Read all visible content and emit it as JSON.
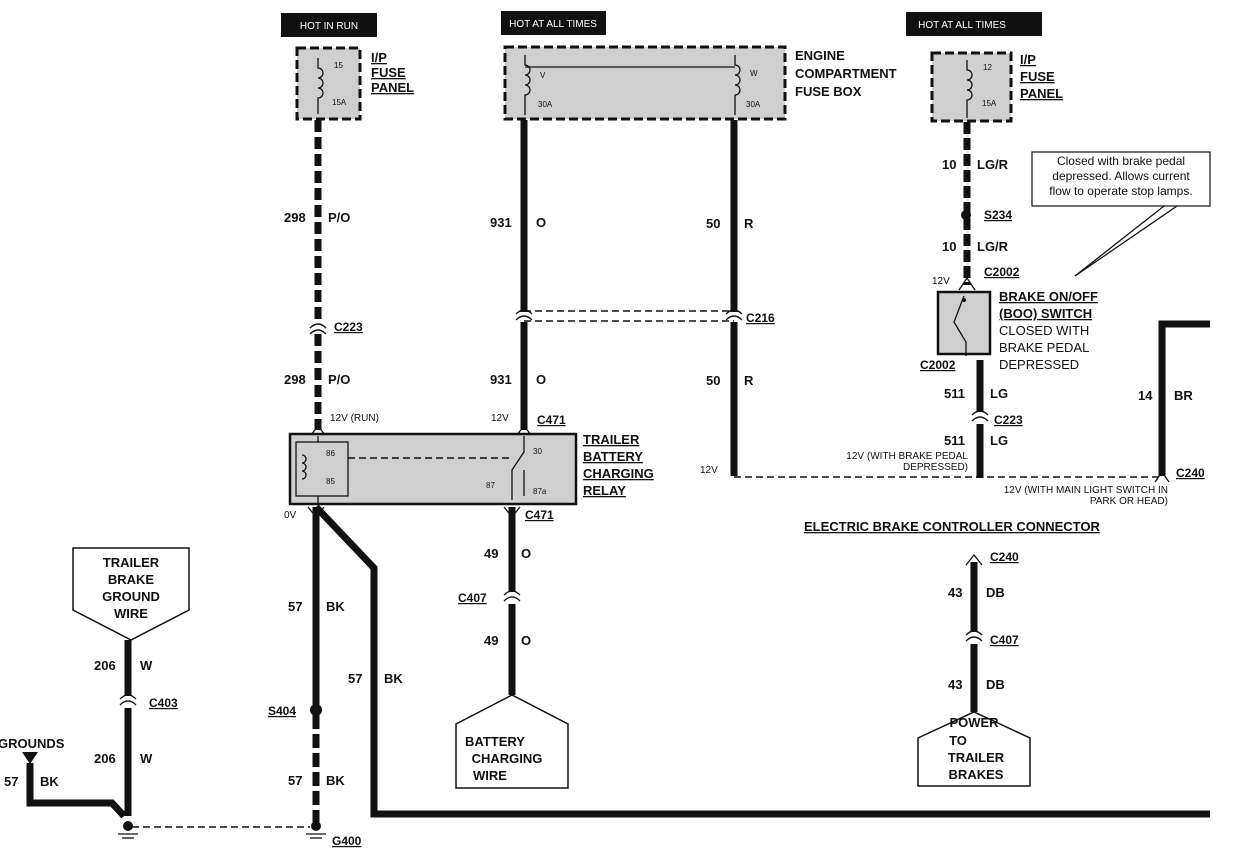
{
  "headers": {
    "hot_in_run": "HOT IN RUN",
    "hot_all_times_1": "HOT AT ALL TIMES",
    "hot_all_times_2": "HOT AT ALL TIMES"
  },
  "ip_fuse_left": {
    "title": [
      "I/P",
      "FUSE",
      "PANEL"
    ],
    "fuse_no": "15",
    "amps": "15A"
  },
  "engine_fuse_box": {
    "title": [
      "ENGINE",
      "COMPARTMENT",
      "FUSE BOX"
    ],
    "fuse_v": "V",
    "fuse_w": "W",
    "amps_v": "30A",
    "amps_w": "30A"
  },
  "ip_fuse_right": {
    "title": [
      "I/P",
      "FUSE",
      "PANEL"
    ],
    "fuse_no": "12",
    "amps": "15A"
  },
  "wires": {
    "w298_top": {
      "num": "298",
      "color": "P/O"
    },
    "w298_bot": {
      "num": "298",
      "color": "P/O"
    },
    "w931_top": {
      "num": "931",
      "color": "O"
    },
    "w931_bot": {
      "num": "931",
      "color": "O"
    },
    "w50_top": {
      "num": "50",
      "color": "R"
    },
    "w50_bot": {
      "num": "50",
      "color": "R"
    },
    "w10_top": {
      "num": "10",
      "color": "LG/R"
    },
    "w10_bot": {
      "num": "10",
      "color": "LG/R"
    },
    "w511_top": {
      "num": "511",
      "color": "LG"
    },
    "w511_bot": {
      "num": "511",
      "color": "LG"
    },
    "w14": {
      "num": "14",
      "color": "BR"
    },
    "w49_top": {
      "num": "49",
      "color": "O"
    },
    "w49_bot": {
      "num": "49",
      "color": "O"
    },
    "w57_left": {
      "num": "57",
      "color": "BK"
    },
    "w57_mid": {
      "num": "57",
      "color": "BK"
    },
    "w57_low": {
      "num": "57",
      "color": "BK"
    },
    "w206_top": {
      "num": "206",
      "color": "W"
    },
    "w206_bot": {
      "num": "206",
      "color": "W"
    },
    "w43_top": {
      "num": "43",
      "color": "DB"
    },
    "w43_bot": {
      "num": "43",
      "color": "DB"
    },
    "w57_grounds": {
      "num": "57",
      "color": "BK"
    }
  },
  "connectors": {
    "c223_left": "C223",
    "c216": "C216",
    "c471_top": "C471",
    "c471_bot": "C471",
    "s234": "S234",
    "c2002_top": "C2002",
    "c2002_bot": "C2002",
    "c223_right": "C223",
    "c240_right": "C240",
    "c407_mid": "C407",
    "s404": "S404",
    "c403": "C403",
    "g400": "G400",
    "c240_bottom": "C240",
    "c407_right": "C407"
  },
  "voltages": {
    "v12_run": "12V (RUN)",
    "v12_c471": "12V",
    "v12_c216": "12V",
    "v0": "0V",
    "v12_c2002": "12V",
    "v12_brake": [
      "12V (WITH BRAKE PEDAL",
      "DEPRESSED)"
    ],
    "v12_main_light": [
      "12V (WITH MAIN LIGHT SWITCH IN",
      "PARK OR HEAD)"
    ]
  },
  "relay": {
    "title": [
      "TRAILER",
      "BATTERY",
      "CHARGING",
      "RELAY"
    ],
    "pin86": "86",
    "pin85": "85",
    "pin30": "30",
    "pin87": "87",
    "pin87a": "87a"
  },
  "boo_switch": {
    "title": [
      "BRAKE ON/OFF",
      "(BOO) SWITCH"
    ],
    "desc": [
      "CLOSED WITH",
      "BRAKE PEDAL",
      "DEPRESSED"
    ]
  },
  "callout": [
    "Closed with brake pedal",
    "depressed. Allows current",
    "flow to operate stop lamps."
  ],
  "ebc_title": "ELECTRIC BRAKE CONTROLLER CONNECTOR",
  "pentagons": {
    "trailer_ground": [
      "TRAILER",
      "BRAKE",
      "GROUND",
      "WIRE"
    ],
    "battery_wire": [
      "BATTERY",
      "CHARGING",
      "WIRE"
    ],
    "power_brakes": [
      "POWER",
      "TO",
      "TRAILER",
      "BRAKES"
    ]
  },
  "grounds_label": "GROUNDS"
}
